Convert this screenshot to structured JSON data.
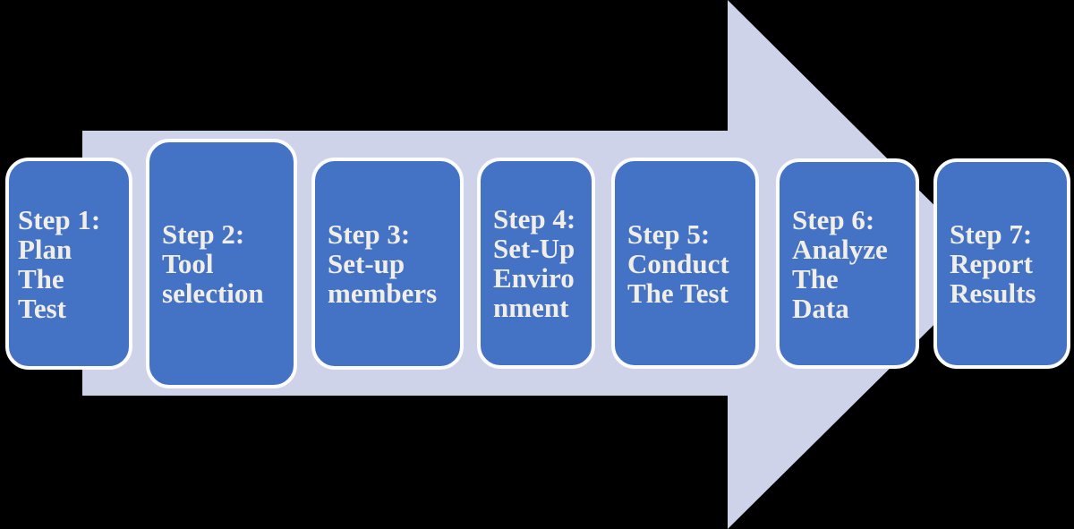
{
  "diagram": {
    "type": "process-flow",
    "direction": "left-to-right",
    "shape": "block-arrow"
  },
  "colors": {
    "background": "#000000",
    "arrow_fill": "#CFD3E9",
    "box_fill": "#4472C4",
    "box_border": "#FCFCFC",
    "box_text": "#F1EEE6"
  },
  "steps": [
    {
      "id": 1,
      "text": "Step 1:\nPlan\nThe\nTest"
    },
    {
      "id": 2,
      "text": "Step 2:\nTool\nselection"
    },
    {
      "id": 3,
      "text": "Step 3:\nSet-up\nmembers"
    },
    {
      "id": 4,
      "text": "Step 4:\nSet-Up\nEnviro\nnment"
    },
    {
      "id": 5,
      "text": "Step 5:\nConduct\nThe Test"
    },
    {
      "id": 6,
      "text": "Step 6:\nAnalyze\nThe\nData"
    },
    {
      "id": 7,
      "text": "Step 7:\nReport\nResults"
    }
  ]
}
